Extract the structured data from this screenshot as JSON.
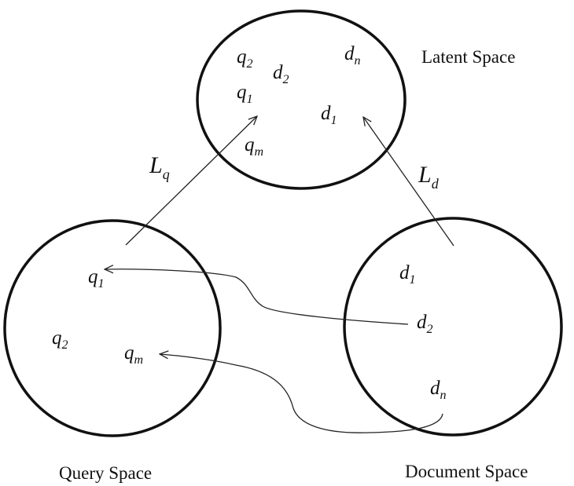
{
  "spaces": {
    "latent": "Latent Space",
    "query": "Query Space",
    "document": "Document Space"
  },
  "mappings": {
    "query": {
      "base": "L",
      "sub": "q"
    },
    "document": {
      "base": "L",
      "sub": "d"
    }
  },
  "latent_items": {
    "q2": {
      "base": "q",
      "sub": "2"
    },
    "q1": {
      "base": "q",
      "sub": "1"
    },
    "qm": {
      "base": "q",
      "sub": "m"
    },
    "d2": {
      "base": "d",
      "sub": "2"
    },
    "d1": {
      "base": "d",
      "sub": "1"
    },
    "dn": {
      "base": "d",
      "sub": "n"
    }
  },
  "query_items": {
    "q1": {
      "base": "q",
      "sub": "1"
    },
    "q2": {
      "base": "q",
      "sub": "2"
    },
    "qm": {
      "base": "q",
      "sub": "m"
    }
  },
  "document_items": {
    "d1": {
      "base": "d",
      "sub": "1"
    },
    "d2": {
      "base": "d",
      "sub": "2"
    },
    "dn": {
      "base": "d",
      "sub": "n"
    }
  }
}
